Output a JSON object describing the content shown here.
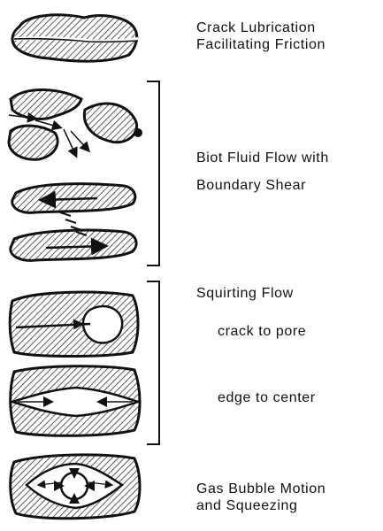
{
  "mechanisms": [
    {
      "key": "crack_lubrication",
      "lines": [
        "Crack Lubrication",
        "Facilitating Friction"
      ]
    },
    {
      "key": "biot_flow",
      "lines": [
        "Biot Fluid Flow with",
        "Boundary Shear"
      ]
    },
    {
      "key": "squirting_flow",
      "lines": [
        "Squirting Flow"
      ]
    },
    {
      "key": "squirt_crack_to_pore",
      "lines": [
        "crack to pore"
      ]
    },
    {
      "key": "squirt_edge_to_center",
      "lines": [
        "edge to center"
      ]
    },
    {
      "key": "gas_bubble",
      "lines": [
        "Gas Bubble Motion",
        "and Squeezing"
      ]
    }
  ],
  "colors": {
    "ink": "#111111",
    "hatch": "#333333",
    "background": "#ffffff"
  }
}
